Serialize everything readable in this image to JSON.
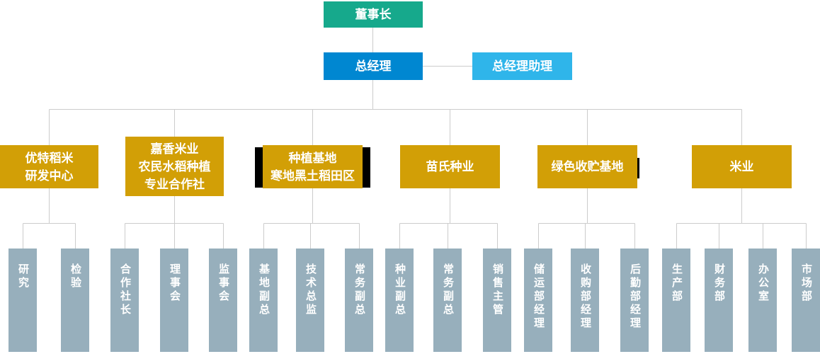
{
  "chart_type": "organization-chart",
  "colors": {
    "chairman_box": "#16a98c",
    "general_manager_box": "#0087d1",
    "assistant_box": "#2fb5ea",
    "department_box": "#d29f06",
    "position_box": "#97afbc",
    "connector_line": "#cccccc",
    "text": "#ffffff",
    "decor_bar": "#000000"
  },
  "org": {
    "chairman": {
      "label": "董事长"
    },
    "general_manager": {
      "label": "总经理"
    },
    "assistant": {
      "label": "总经理助理"
    },
    "departments": [
      {
        "label": "优特稻米\n研发中心",
        "children": [
          "研究",
          "检验"
        ]
      },
      {
        "label": "嘉香米业\n农民水稻种植\n专业合作社",
        "children": [
          "合作社长",
          "理事会",
          "监事会"
        ]
      },
      {
        "label": "种植基地\n寒地黑土稻田区",
        "children": [
          "基地副总",
          "技术总监",
          "常务副总"
        ]
      },
      {
        "label": "苗氏种业",
        "children": [
          "种业副总",
          "常务副总",
          "销售主管"
        ]
      },
      {
        "label": "绿色收贮基地",
        "children": [
          "储运部经理",
          "收购部经理",
          "后勤部经理"
        ]
      },
      {
        "label": "米业",
        "children": [
          "生产部",
          "财务部",
          "办公室",
          "市场部"
        ]
      }
    ]
  }
}
